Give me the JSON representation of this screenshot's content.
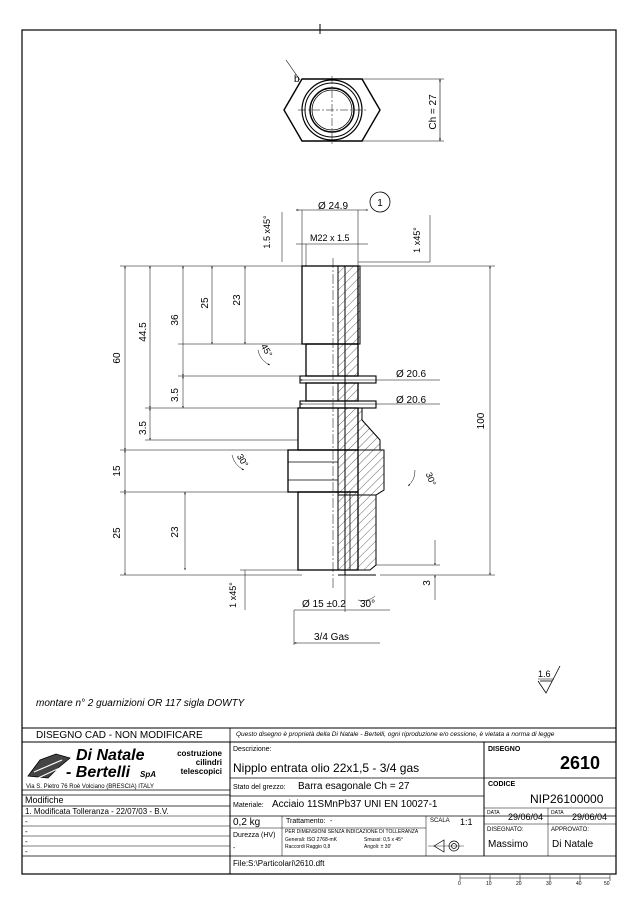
{
  "drawing": {
    "dims": {
      "chiave": "Ch = 27",
      "dia_head": "Ø 24.9",
      "thread_top": "M22 x 1.5",
      "chamfer_left": "1.5 x45°",
      "chamfer_right": "1 x45°",
      "item": "1",
      "d60": "60",
      "d44": "44.5",
      "d36": "36",
      "d25a": "25",
      "d23a": "23",
      "a45": "45°",
      "d35a": "3.5",
      "d35b": "3.5",
      "dia206a": "Ø 20.6",
      "dia206b": "Ø 20.6",
      "d100": "100",
      "d15": "15",
      "a30a": "30°",
      "a30b": "30°",
      "d25b": "25",
      "d23b": "23",
      "d3": "3",
      "chamfer_bottom": "1 x45°",
      "dia15": "Ø 15 ±0.2",
      "a30c": "30°",
      "gas": "3/4 Gas",
      "roughness": "1.6"
    },
    "note": "montare n° 2 guarnizioni OR 117 sigla DOWTY"
  },
  "titleblock": {
    "cad_banner": "DISEGNO CAD - NON MODIFICARE",
    "ownership_note": "Questo disegno è proprietà della Di Natale - Bertelli, ogni riproduzione e/o cessione, è vietata a norma di legge",
    "company_line1": "Di Natale",
    "company_line2": "- Bertelli",
    "company_suffix": "SpA",
    "tagline": [
      "costruzione",
      "cilindri",
      "telescopici"
    ],
    "address": "Via S. Pietro 76   Roè Volciano  (BRESCIA)  ITALY",
    "modifiche_label": "Modifiche",
    "modifiche": [
      "1. Modificata Tolleranza - 22/07/03 - B.V.",
      "-",
      "-",
      "-",
      "-"
    ],
    "descrizione_label": "Descrizione:",
    "descrizione": "Nipplo entrata olio 22x1,5 - 3/4 gas",
    "stato_label": "Stato del grezzo:",
    "stato": "Barra esagonale Ch = 27",
    "materiale_label": "Materiale:",
    "materiale": "Acciaio 11SMnPb37  UNI EN 10027-1",
    "peso": "0,2 kg",
    "trattamento_label": "Trattamento:",
    "trattamento": "-",
    "scala_label": "SCALA",
    "scala": "1:1",
    "durezza_label": "Durezza (HV)",
    "durezza": "-",
    "tolleranze_title": "PER DIMENSIONI SENZA INDICAZIONE DI TOLLERANZA",
    "tolleranze_gen": "Generali: ISO 2768-mK",
    "tolleranze_smussi": "Smussi: 0,5 x 45°",
    "tolleranze_raccordi": "Raccordi Raggio 0,8",
    "tolleranze_angoli": "Angoli: ± 30'",
    "disegno_label": "DISEGNO",
    "disegno": "2610",
    "codice_label": "CODICE",
    "codice": "NIP26100000",
    "data_label": "DATA",
    "data1": "29/06/04",
    "data2": "29/06/04",
    "disegnato_label": "DISEGNATO:",
    "disegnato": "Massimo",
    "approvato_label": "APPROVATO:",
    "approvato": "Di Natale",
    "file_label": "File:",
    "file": "S:\\Particolari\\2610.dft",
    "ruler": [
      "0",
      "10",
      "20",
      "30",
      "40",
      "50"
    ]
  }
}
